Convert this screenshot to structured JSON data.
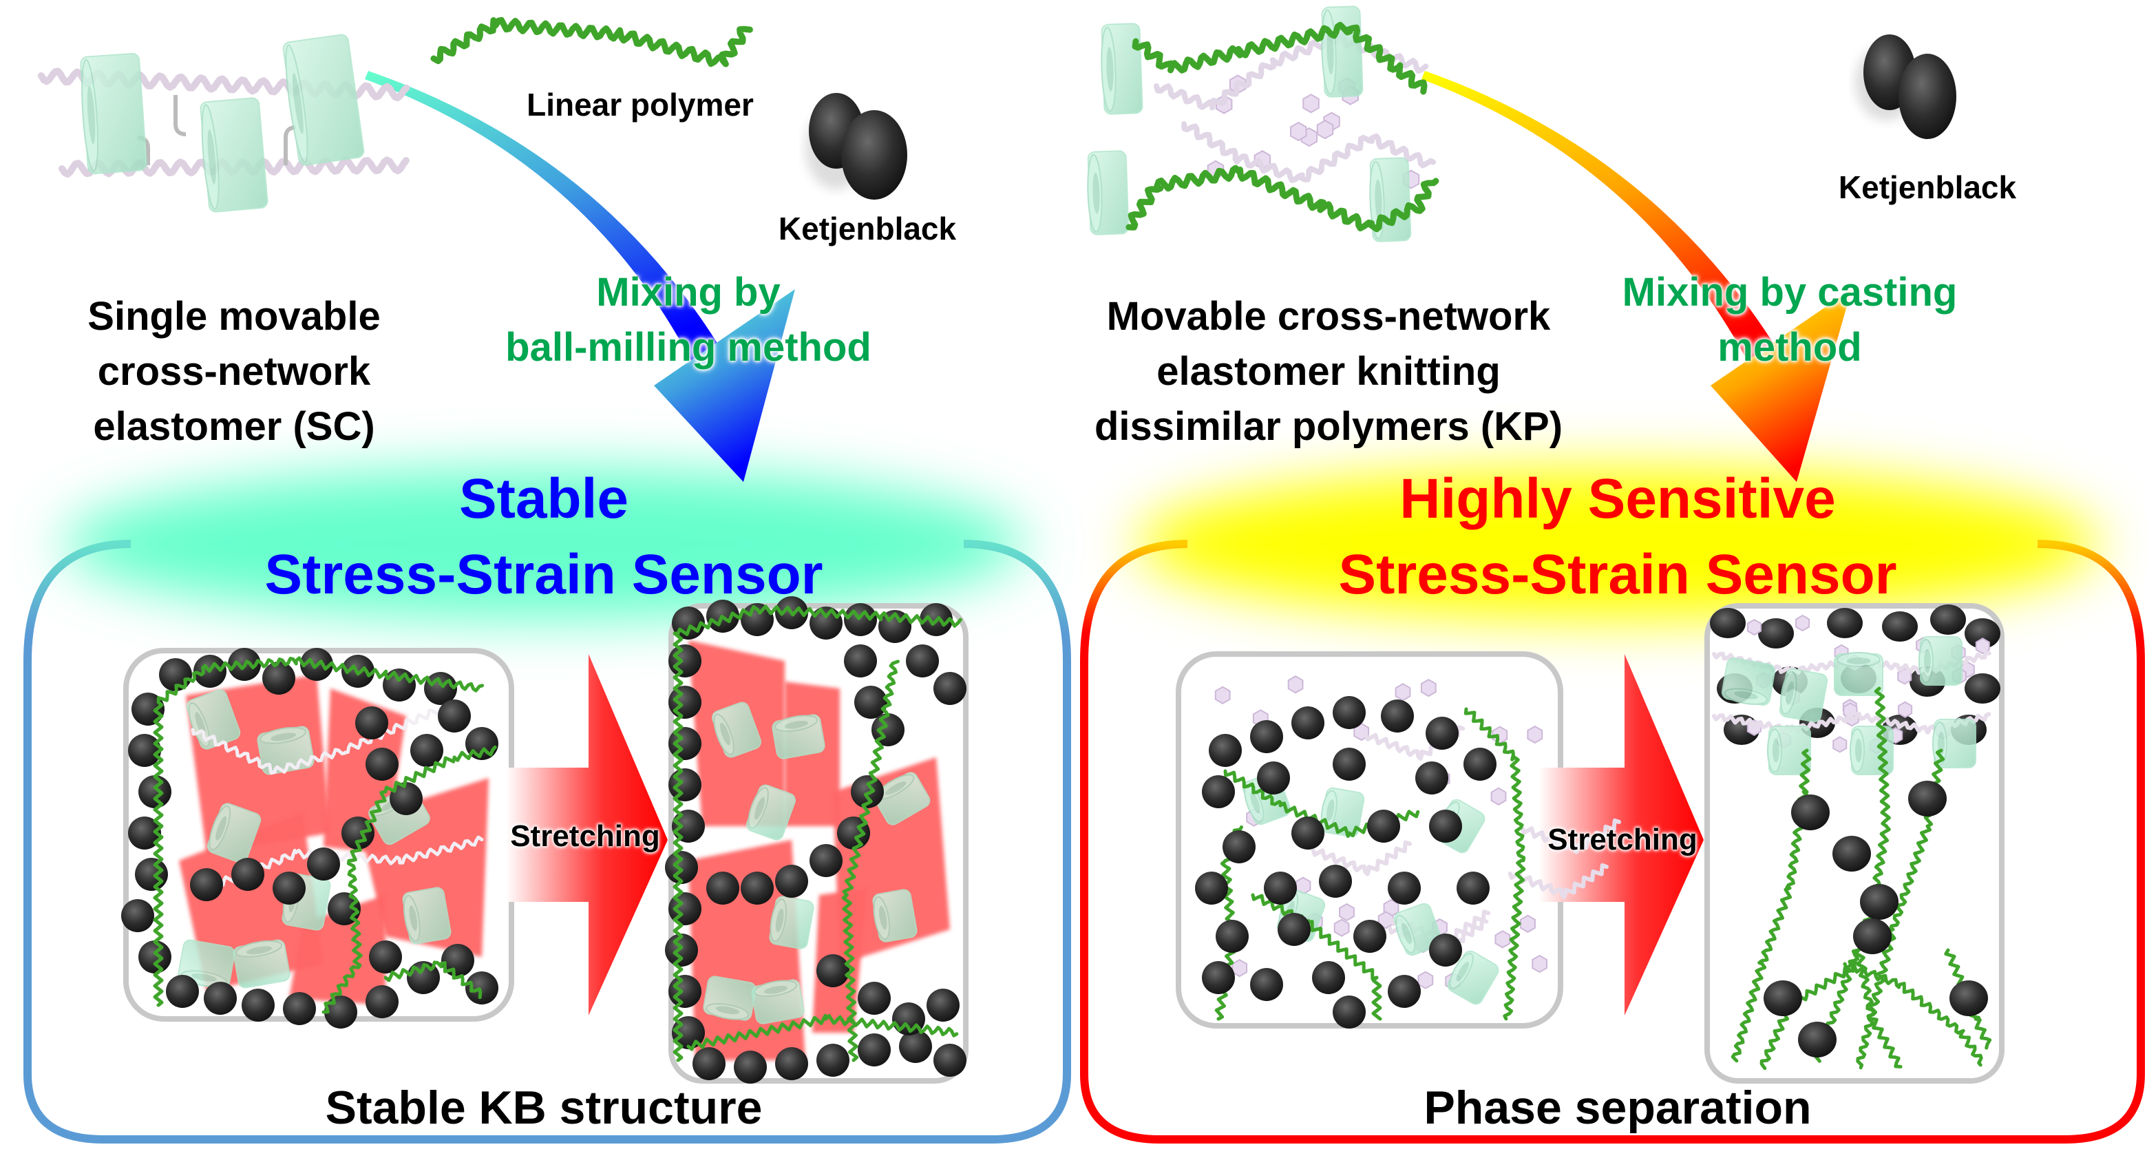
{
  "figure": {
    "title": "Movable cross-network elastomer stress-strain sensors with Ketjenblack",
    "left_panel": {
      "material_label_lines": [
        "Single movable",
        "cross-network",
        "elastomer (SC)"
      ],
      "linear_polymer_label": "Linear polymer",
      "filler_label": "Ketjenblack",
      "method_label_lines": [
        "Mixing by",
        "ball-milling method"
      ],
      "headline_lines": [
        "Stable",
        "Stress-Strain Sensor"
      ],
      "headline_color": "#0000ff",
      "glow_color": "#66ffcc",
      "box_border_color": "#5b9bd5",
      "arrow_gradient": [
        "#66ffcc",
        "#0000ff"
      ],
      "stretch_label": "Stretching",
      "caption": "Stable KB structure",
      "before_state": "kb-network-around-red-domains",
      "after_state": "kb-network-preserved-when-stretched"
    },
    "right_panel": {
      "material_label_lines": [
        "Movable cross-network",
        "elastomer knitting",
        "dissimilar polymers (KP)"
      ],
      "filler_label": "Ketjenblack",
      "method_label_lines": [
        "Mixing by casting",
        "method"
      ],
      "headline_lines": [
        "Highly Sensitive",
        "Stress-Strain Sensor"
      ],
      "headline_color": "#ff0000",
      "glow_color": "#ffff00",
      "box_border_color": "#ff0000",
      "arrow_gradient": [
        "#ffff00",
        "#ff0000"
      ],
      "stretch_label": "Stretching",
      "caption": "Phase separation",
      "before_state": "kb-dispersed-with-mixed-polymers",
      "after_state": "kb-phase-separated-when-stretched"
    },
    "colors": {
      "label_text": "#000000",
      "method_text": "#00a650",
      "linear_polymer": "#3fa52a",
      "kb_particle": "#2b2b2b",
      "cyclodextrin_ring": "#bff0d8",
      "crosslinked_polymer": "#e8dcee",
      "domain_fill": "#ff6666",
      "stretch_arrow": "#ff0000",
      "inner_box_border": "#c8c8c8"
    }
  }
}
